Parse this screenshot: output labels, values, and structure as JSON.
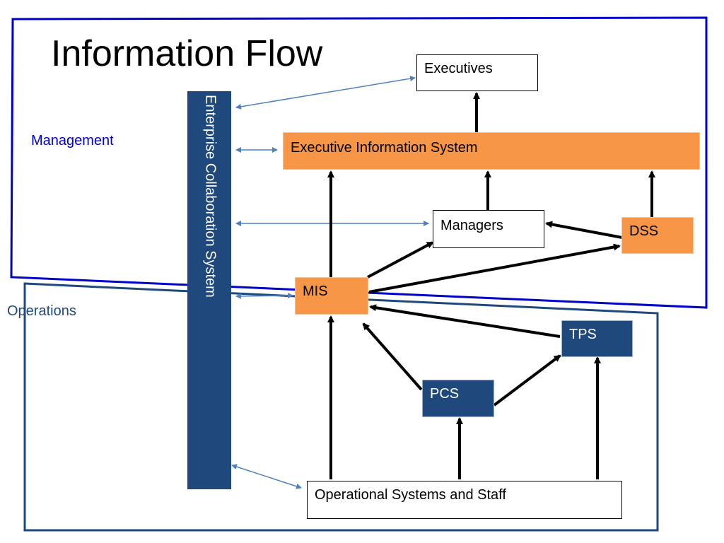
{
  "title": "Information Flow",
  "zones": {
    "management": {
      "label": "Management",
      "color": "#0000cc"
    },
    "operations": {
      "label": "Operations",
      "color": "#1f497d"
    }
  },
  "sidebar": {
    "label": "Enterprise Collaboration System"
  },
  "nodes": {
    "executives": "Executives",
    "eis": "Executive Information System",
    "managers": "Managers",
    "dss": "DSS",
    "mis": "MIS",
    "tps": "TPS",
    "pcs": "PCS",
    "ops": "Operational Systems and Staff"
  },
  "colors": {
    "orange": "#f79646",
    "navy": "#1f497d",
    "link_blue": "#4f81bd"
  }
}
